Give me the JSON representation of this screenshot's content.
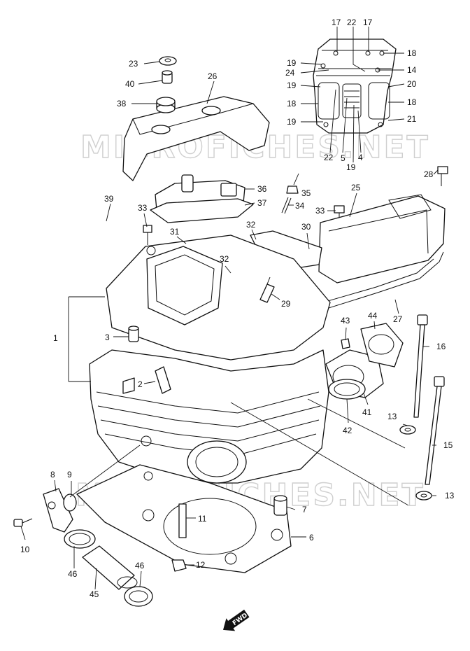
{
  "watermarks": [
    "MICROFICHES.NET",
    "MICROFICHES.NET"
  ],
  "direction_badge": "FWD",
  "callouts": [
    "1",
    "2",
    "3",
    "4",
    "5",
    "6",
    "7",
    "8",
    "9",
    "10",
    "11",
    "12",
    "13",
    "13",
    "14",
    "15",
    "16",
    "17",
    "17",
    "18",
    "18",
    "18",
    "19",
    "19",
    "19",
    "19",
    "20",
    "21",
    "22",
    "22",
    "23",
    "24",
    "25",
    "26",
    "27",
    "28",
    "29",
    "30",
    "31",
    "32",
    "32",
    "33",
    "33",
    "34",
    "35",
    "36",
    "37",
    "38",
    "39",
    "40",
    "41",
    "42",
    "43",
    "44",
    "45",
    "46",
    "46"
  ]
}
